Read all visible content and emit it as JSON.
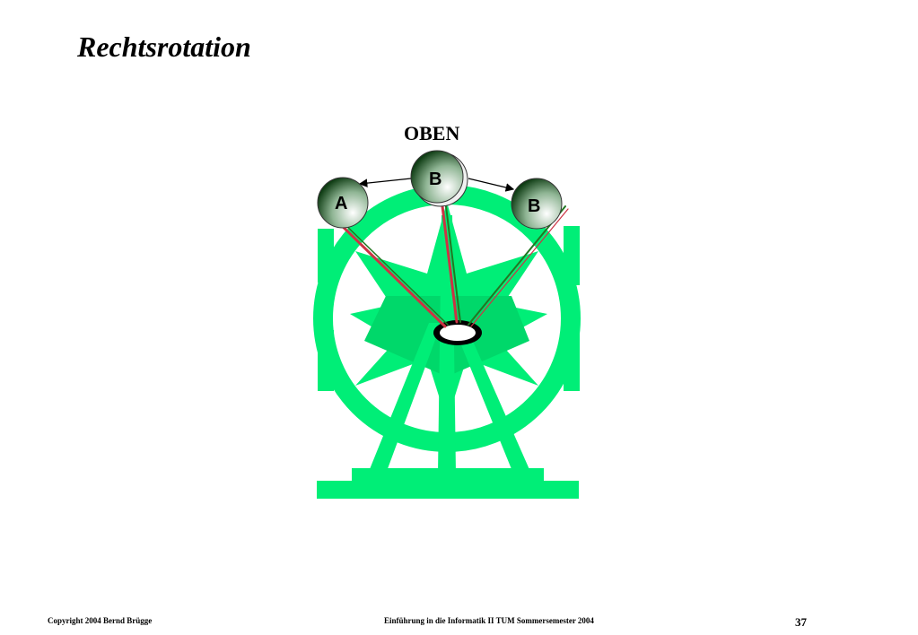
{
  "slide": {
    "title": "Rechtsrotation",
    "top_label": "OBEN"
  },
  "diagram": {
    "nodes": [
      {
        "id": "left",
        "label": "A"
      },
      {
        "id": "top",
        "label": "B"
      },
      {
        "id": "right",
        "label": "B"
      }
    ],
    "colors": {
      "wheel": "#00ee77",
      "node_dark": "#0f3d14",
      "rod_red": "#cc3344",
      "rod_green": "#227722"
    }
  },
  "footer": {
    "copyright": "Copyright  2004  Bernd Brügge",
    "course": "Einführung in die Informatik II  TUM Sommersemester 2004",
    "page_number": "37"
  }
}
